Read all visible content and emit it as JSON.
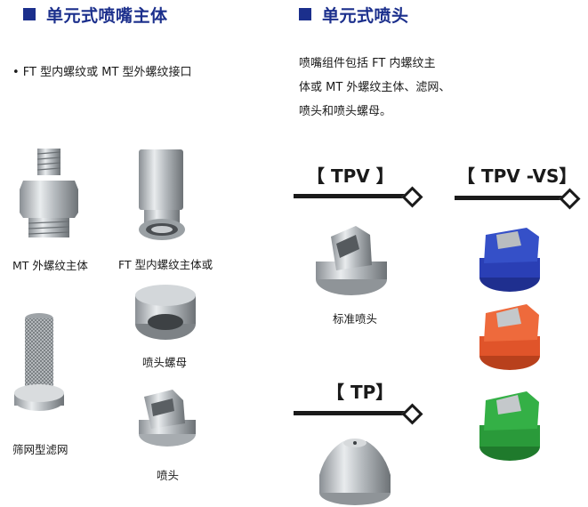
{
  "left_section": {
    "title": "单元式喷嘴主体",
    "bullet": "• FT 型内螺纹或 MT 型外螺纹接口",
    "captions": {
      "mt_body": "MT 外螺纹主体",
      "ft_body": "FT 型内螺纹主体或",
      "nut": "喷头螺母",
      "strainer": "筛网型滤网",
      "tip": "喷头"
    }
  },
  "right_section": {
    "title": "单元式喷头",
    "description_lines": [
      "喷嘴组件包括 FT 内螺纹主",
      "体或 MT 外螺纹主体、滤网、",
      "喷头和喷头螺母。"
    ],
    "products": {
      "tpv": "【 TPV 】",
      "tpv_vs": "【 TPV -VS】",
      "tp": "【 TP】",
      "standard_tip_caption": "标准喷头"
    }
  },
  "colors": {
    "title_blue": "#1b2f8c",
    "tip_blue": "#2a3fb5",
    "tip_orange": "#e0542a",
    "tip_green": "#2a9a3a"
  }
}
